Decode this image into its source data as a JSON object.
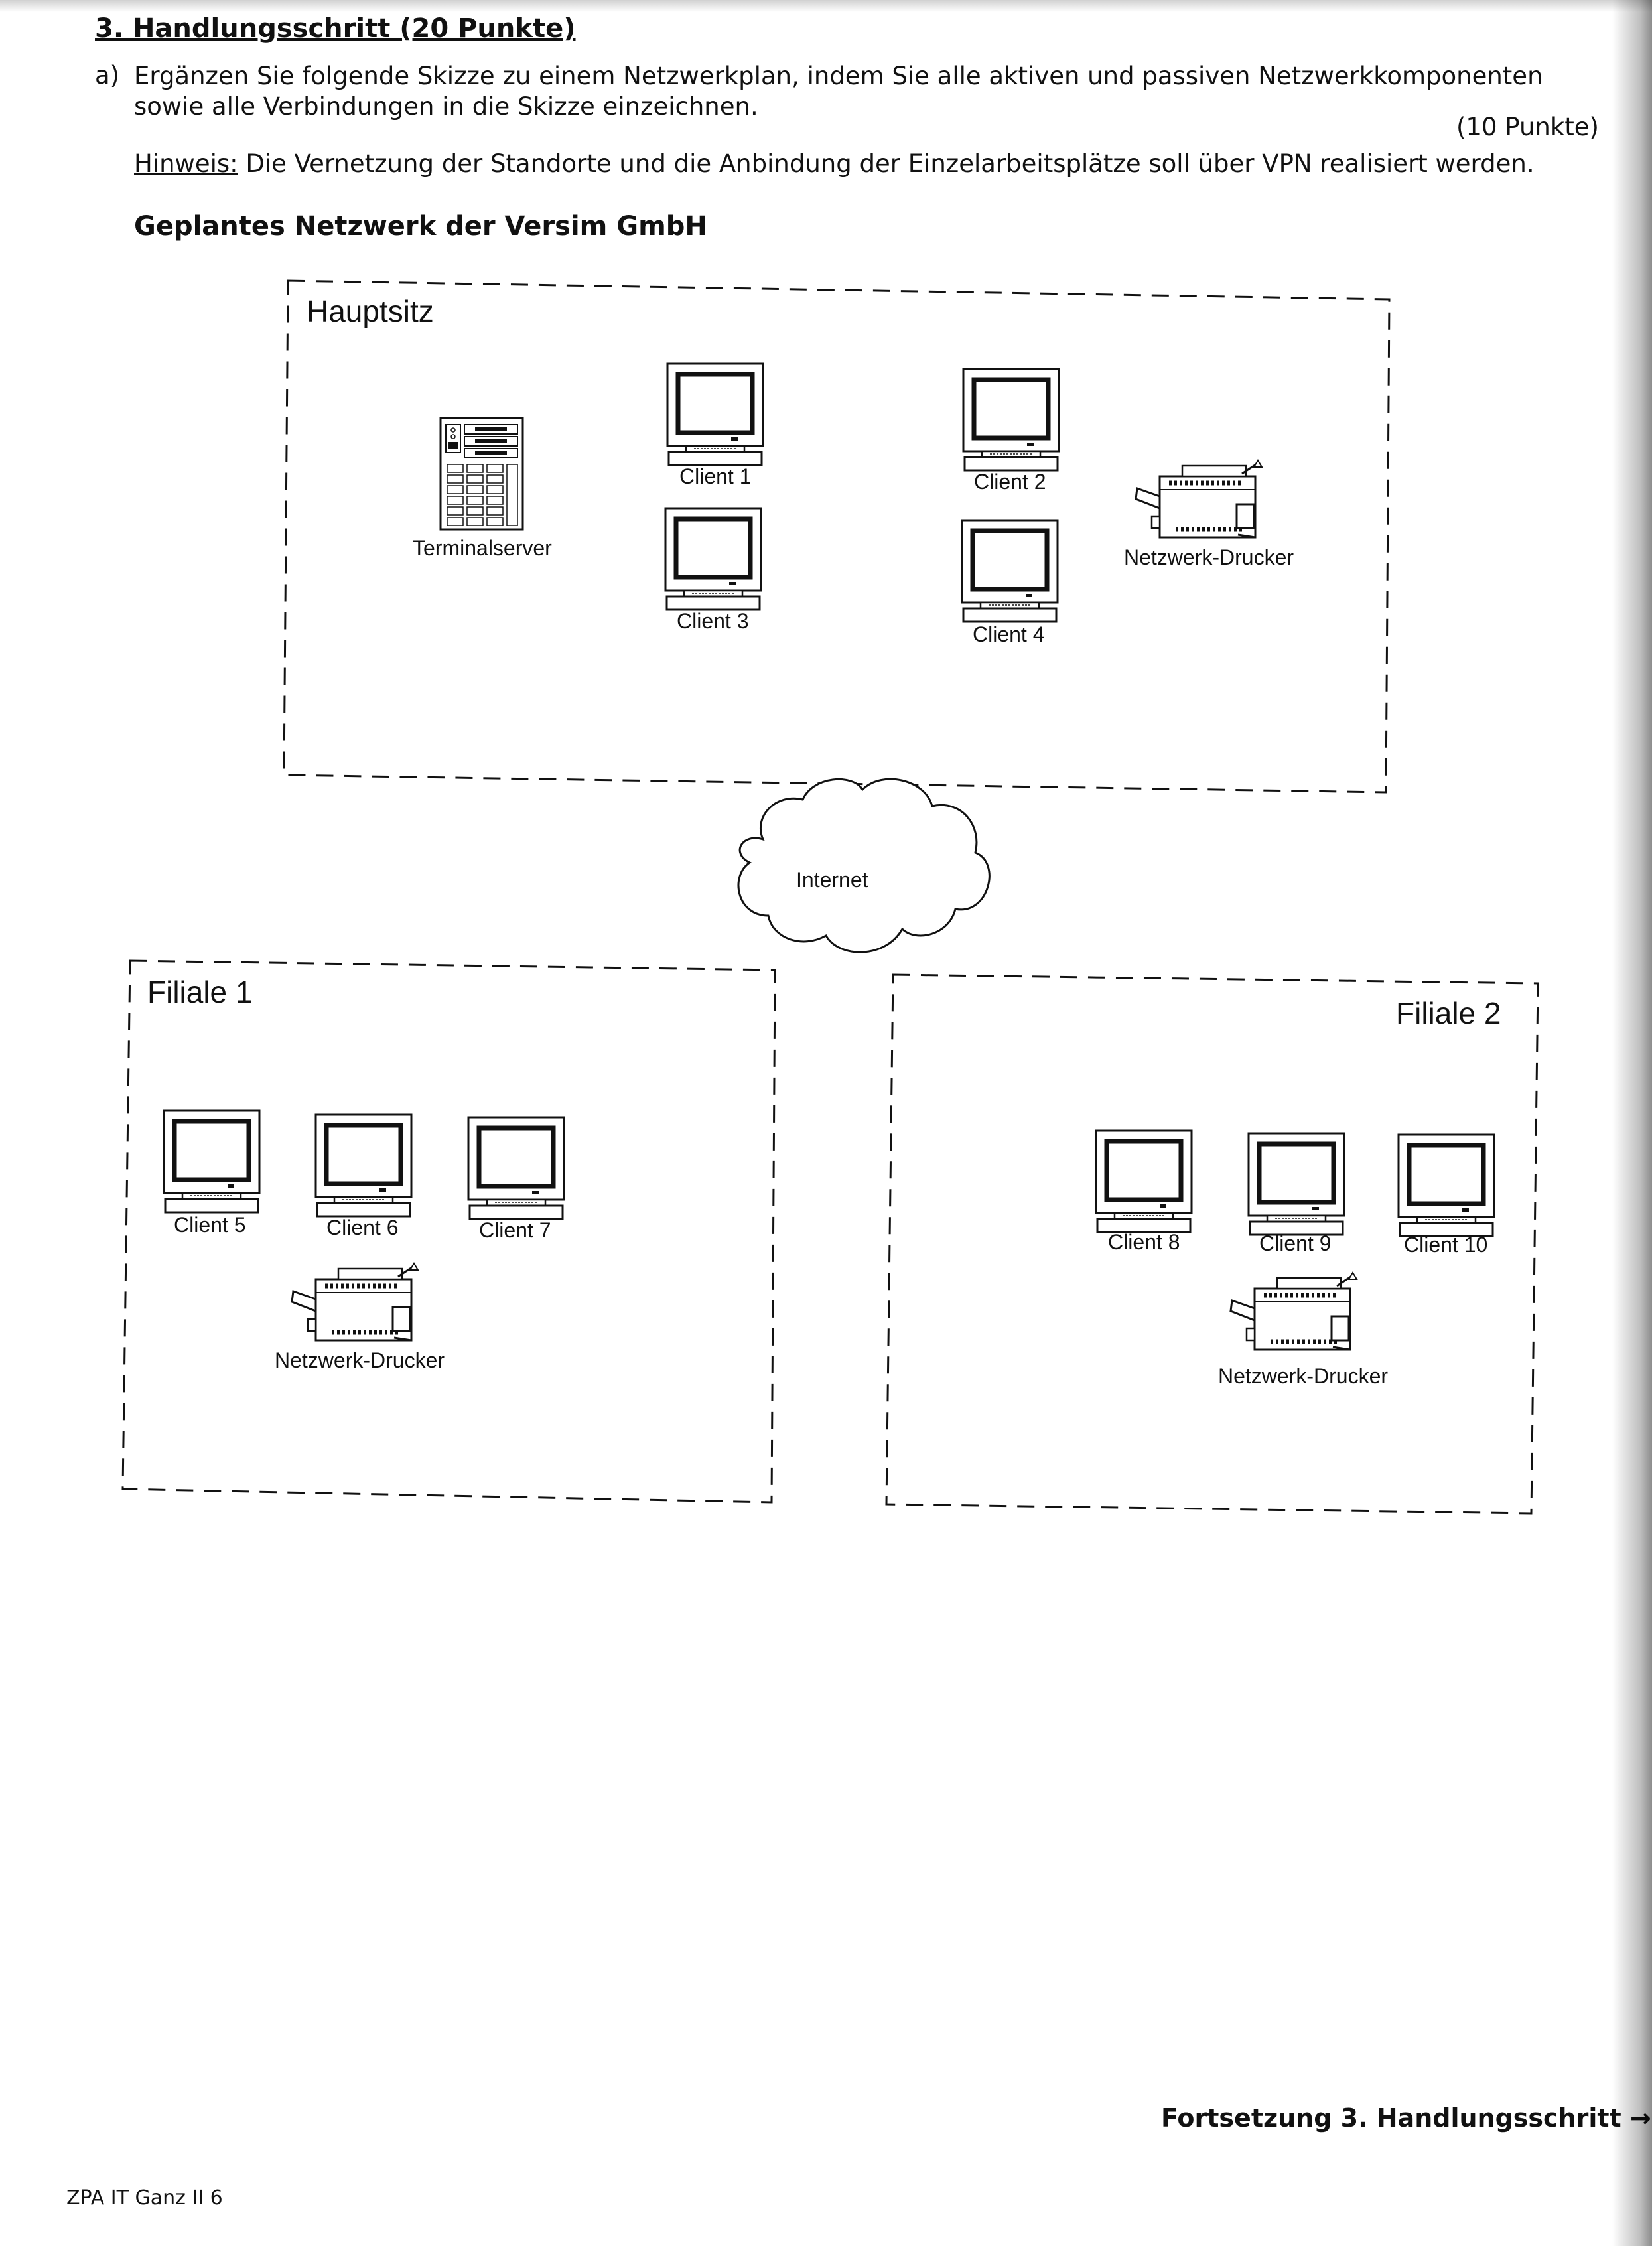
{
  "heading": "3. Handlungsschritt (20 Punkte)",
  "task": {
    "letter": "a)",
    "text": "Ergänzen Sie folgende Skizze zu einem Netzwerkplan, indem Sie alle aktiven und passiven Netzwerkkomponenten sowie alle Verbindungen in die Skizze einzeichnen.",
    "points": "(10 Punkte)",
    "hint_label": "Hinweis:",
    "hint_text": " Die Vernetzung der Standorte und die Anbindung der Einzelarbeitsplätze soll über VPN realisiert werden."
  },
  "diagram": {
    "title": "Geplantes Netzwerk der Versim GmbH",
    "cloud_label": "Internet",
    "hq": {
      "label": "Hauptsitz",
      "server_label": "Terminalserver",
      "client1": "Client 1",
      "client2": "Client 2",
      "client3": "Client 3",
      "client4": "Client 4",
      "printer_label": "Netzwerk-Drucker"
    },
    "branch1": {
      "label": "Filiale 1",
      "client5": "Client 5",
      "client6": "Client 6",
      "client7": "Client 7",
      "printer_label": "Netzwerk-Drucker"
    },
    "branch2": {
      "label": "Filiale 2",
      "client8": "Client 8",
      "client9": "Client 9",
      "client10": "Client 10",
      "printer_label": "Netzwerk-Drucker"
    }
  },
  "footer": {
    "continuation": "Fortsetzung 3. Handlungsschritt →",
    "doc_id": "ZPA IT Ganz II 6"
  },
  "icons": {
    "monitor": "monitor-icon",
    "printer": "printer-icon",
    "server": "server-icon",
    "cloud": "cloud-icon"
  }
}
